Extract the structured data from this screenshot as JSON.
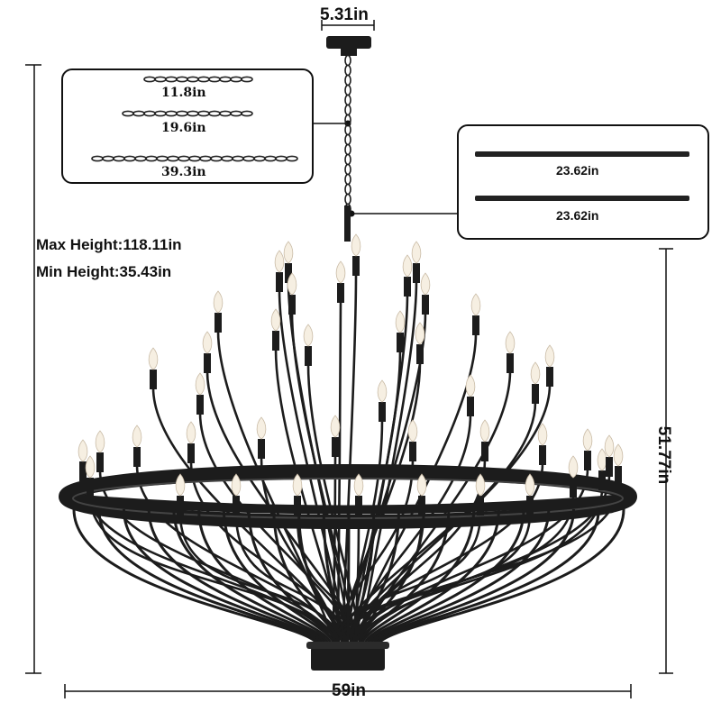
{
  "dimensions": {
    "canopy_width": "5.31in",
    "max_height": "Max Height:118.11in",
    "min_height": "Min Height:35.43in",
    "total_height": "51.77in",
    "width": "59in"
  },
  "chains": {
    "items": [
      {
        "label": "11.8in"
      },
      {
        "label": "19.6in"
      },
      {
        "label": "39.3in"
      }
    ]
  },
  "rods": {
    "items": [
      {
        "label": "23.62in"
      },
      {
        "label": "23.62in"
      }
    ]
  },
  "product": {
    "finish_color": "#1c1c1c",
    "bulb_color": "#f6efe2"
  }
}
